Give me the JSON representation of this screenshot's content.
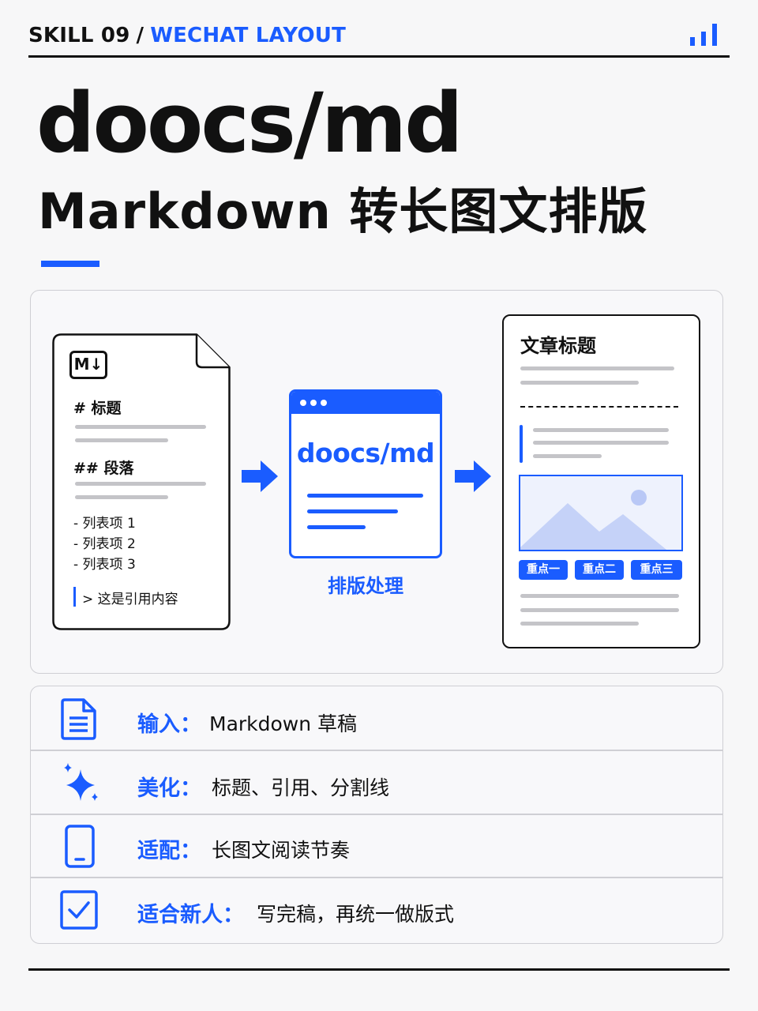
{
  "header": {
    "skill_code": "SKILL 09",
    "separator": "/",
    "skill_tag": "WECHAT LAYOUT",
    "icon": "signal-bars-icon"
  },
  "hero": {
    "title": "doocs/md",
    "subtitle": "Markdown 转长图文排版"
  },
  "diagram": {
    "markdown_doc": {
      "badge": "M↓",
      "heading": "# 标题",
      "subheading": "## 段落",
      "list_items": [
        "- 列表项 1",
        "- 列表项 2",
        "- 列表项 3"
      ],
      "quote": "> 这是引用内容"
    },
    "processor": {
      "name": "doocs/md",
      "label": "排版处理"
    },
    "article": {
      "title": "文章标题",
      "chips": [
        "重点一",
        "重点二",
        "重点三"
      ]
    }
  },
  "features": [
    {
      "icon": "document-icon",
      "label": "输入：",
      "value": "Markdown 草稿"
    },
    {
      "icon": "sparkle-icon",
      "label": "美化：",
      "value": "标题、引用、分割线"
    },
    {
      "icon": "phone-icon",
      "label": "适配：",
      "value": "长图文阅读节奏"
    },
    {
      "icon": "checkbox-icon",
      "label": "适合新人：",
      "value": "写完稿，再统一做版式"
    }
  ],
  "colors": {
    "accent": "#1a5cff",
    "text": "#111111",
    "gray_line": "#c4c4c8",
    "background": "#f7f7f8"
  }
}
